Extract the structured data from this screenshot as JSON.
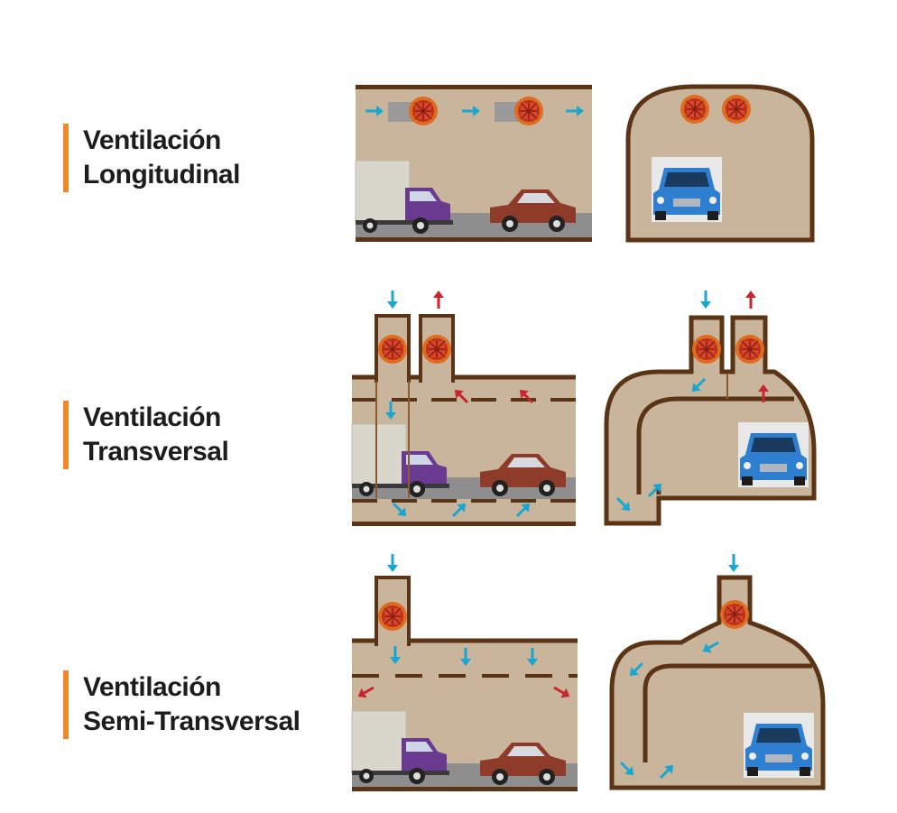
{
  "rows": [
    {
      "id": "longitudinal",
      "line1": "Ventilación",
      "line2": "Longitudinal"
    },
    {
      "id": "transversal",
      "line1": "Ventilación",
      "line2": "Transversal"
    },
    {
      "id": "semi",
      "line1": "Ventilación",
      "line2": "Semi-Transversal"
    }
  ],
  "colors": {
    "accent_bar": "#f0882a",
    "tunnel_fill": "#c8b59b",
    "tunnel_wall": "#5a3414",
    "road": "#8e8e8e",
    "fresh_air_arrow": "#1aa6d0",
    "exhaust_air_arrow": "#c8262f",
    "fan": "#d9531e",
    "truck_car": "#6a3a90",
    "sedan": "#8e3b2a",
    "front_car": "#2e7fd0"
  }
}
